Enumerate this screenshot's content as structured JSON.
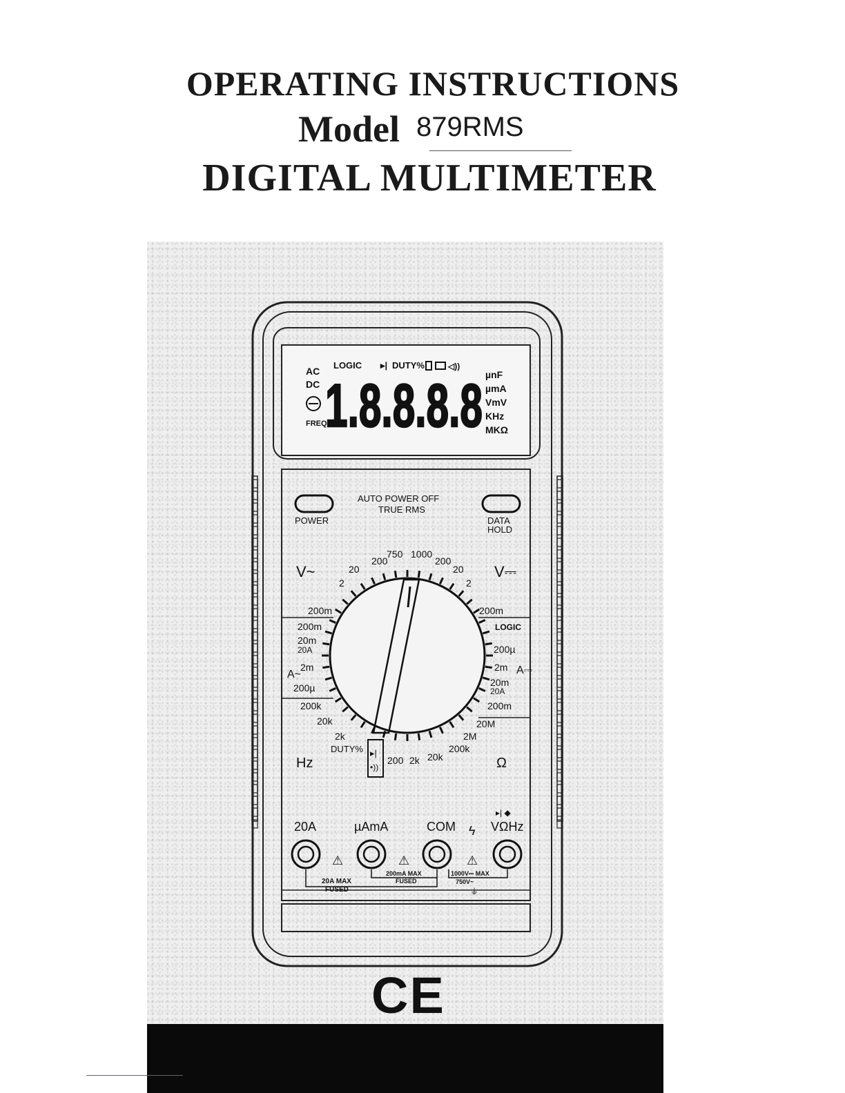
{
  "header": {
    "line1": "OPERATING INSTRUCTIONS",
    "model_label": "Model",
    "model_number": "879RMS",
    "line3": "DIGITAL MULTIMETER"
  },
  "lcd": {
    "left_indicators": [
      "AC",
      "DC",
      "FREQ"
    ],
    "top_indicators": "LOGIC",
    "top_row": "DUTY%",
    "digits": "1.8.8.8.8",
    "right_units": [
      "µnF",
      "µmA",
      "VmV",
      "KHz",
      "MKΩ"
    ]
  },
  "controls": {
    "power": "POWER",
    "auto_power_off": "AUTO POWER OFF",
    "true_rms": "TRUE RMS",
    "data_hold_1": "DATA",
    "data_hold_2": "HOLD"
  },
  "dial": {
    "v_ac": "V~",
    "v_dc": "V⎓",
    "hz": "Hz",
    "ohm": "Ω",
    "top_labels": [
      "200",
      "750",
      "1000",
      "200",
      "20",
      "2",
      "20",
      "2"
    ],
    "left_labels": [
      "200m",
      "200m",
      "20m",
      "20A",
      "2m",
      "200µ",
      "200k",
      "20k",
      "2k",
      "DUTY%"
    ],
    "right_labels": [
      "200m",
      "LOGIC",
      "200µ",
      "2m",
      "20m",
      "20A",
      "200m",
      "20M",
      "2M",
      "200k"
    ],
    "bottom_labels": [
      "200",
      "2k",
      "20k"
    ],
    "amp_ac": "A~",
    "amp_dc": "A⎓"
  },
  "jacks": {
    "labels": [
      "20A",
      "µAmA",
      "COM",
      "VΩHz"
    ],
    "fuse_1a": "20A MAX",
    "fuse_1b": "FUSED",
    "fuse_2a": "200mA MAX",
    "fuse_2b": "FUSED",
    "max_v_1": "1000V⎓ MAX",
    "max_v_2": "750V~"
  },
  "marks": {
    "ce": "CE"
  }
}
